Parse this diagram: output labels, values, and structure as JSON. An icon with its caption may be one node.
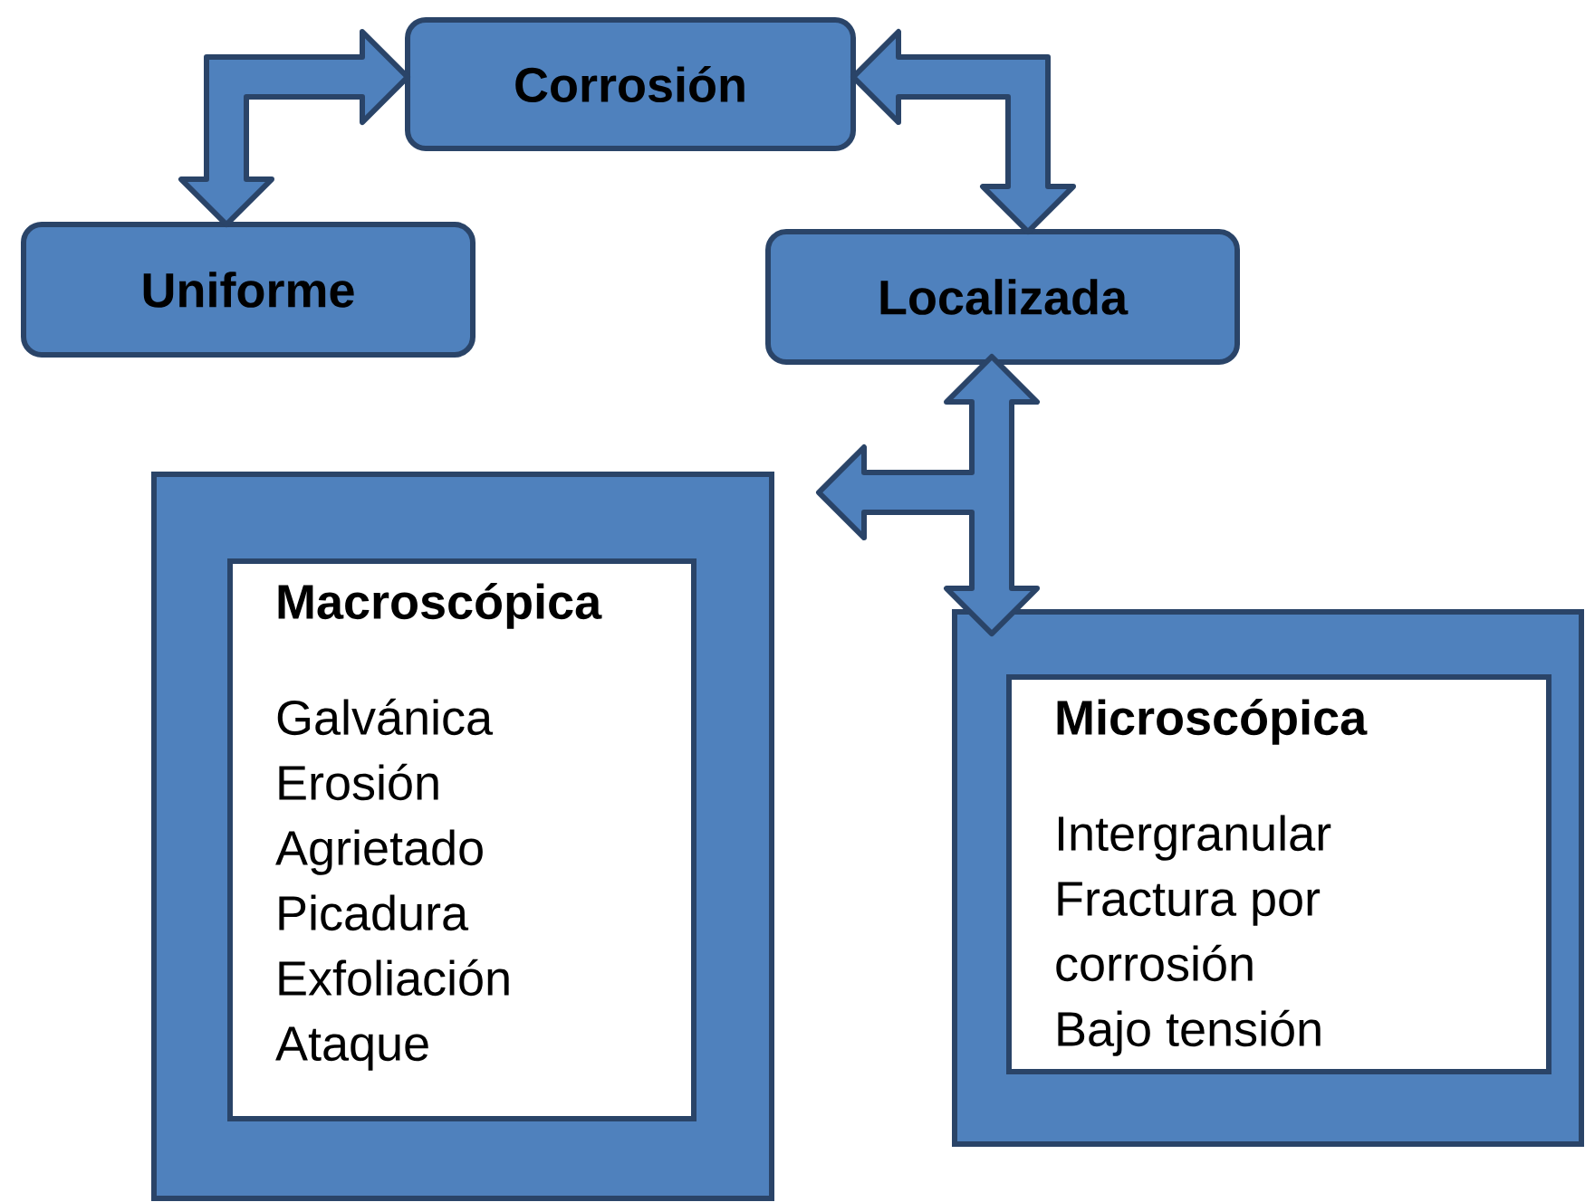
{
  "diagram": {
    "nodes": [
      {
        "text": [
          "Corrosión"
        ]
      },
      {
        "text": [
          "Uniforme"
        ]
      },
      {
        "text": [
          "Localizada"
        ]
      },
      {
        "text": [],
        "shape": "box"
      },
      {
        "text": [
          "Macroscópica",
          "Galvánica",
          "Erosión",
          "Agrietado",
          "Picadura",
          "Exfoliación",
          "Ataque"
        ],
        "in": 3
      },
      {
        "text": [],
        "shape": "box"
      },
      {
        "text": [
          "Microscópica",
          "Intergranular",
          "Fractura por corrosión",
          "Bajo tensión"
        ],
        "in": 5
      }
    ],
    "edges": [
      {
        "from": 0,
        "to": 1,
        "arrow": "both"
      },
      {
        "from": 0,
        "to": 2,
        "arrow": "both"
      },
      {
        "from": 2,
        "to": 3,
        "arrow": "both"
      },
      {
        "from": 2,
        "to": 5,
        "arrow": "both"
      }
    ]
  }
}
